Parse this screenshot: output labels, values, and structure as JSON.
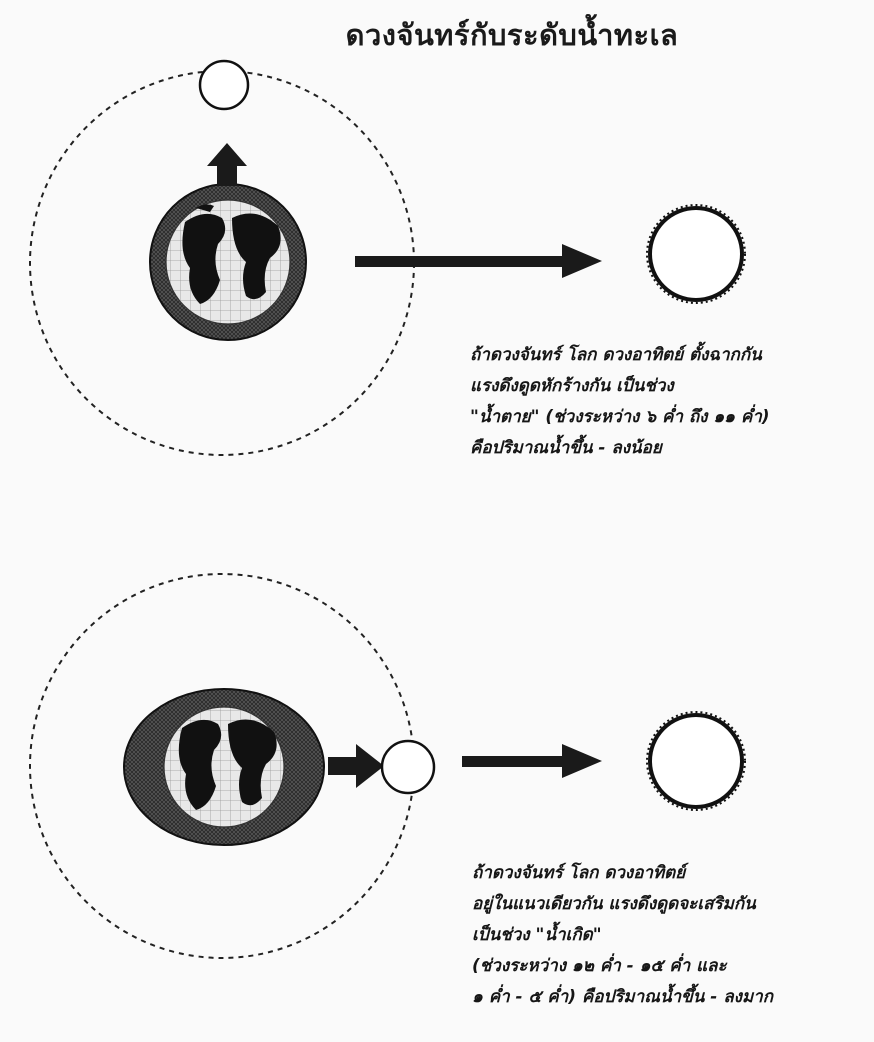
{
  "title": "ดวงจันทร์กับระดับน้ำทะเล",
  "panels": [
    {
      "caption_lines": [
        "ถ้าดวงจันทร์ โลก ดวงอาทิตย์ ตั้งฉากกัน",
        "แรงดึงดูดหักร้างกัน เป็นช่วง",
        "\"น้ำตาย\" (ช่วงระหว่าง ๖ ค่ำ ถึง ๑๑ ค่ำ)",
        "คือปริมาณน้ำขึ้น - ลงน้อย"
      ]
    },
    {
      "caption_lines": [
        "ถ้าดวงจันทร์ โลก ดวงอาทิตย์",
        "อยู่ในแนวเดียวกัน แรงดึงดูดจะเสริมกัน",
        "เป็นช่วง \"น้ำเกิด\"",
        "(ช่วงระหว่าง ๑๒ ค่ำ - ๑๕ ค่ำ และ",
        "๑ ค่ำ - ๕ ค่ำ) คือปริมาณน้ำขึ้น - ลงมาก"
      ]
    }
  ]
}
